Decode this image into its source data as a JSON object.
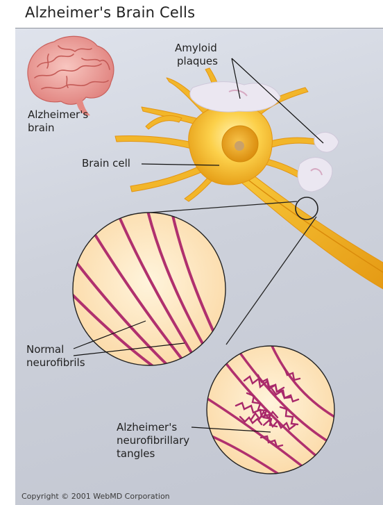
{
  "title": "Alzheimer's Brain Cells",
  "labels": {
    "amyloid_plaques": [
      "Amyloid",
      "plaques"
    ],
    "alzheimers_brain": [
      "Alzheimer's",
      "brain"
    ],
    "brain_cell": "Brain cell",
    "normal_neurofibrils": [
      "Normal",
      "neurofibrils"
    ],
    "tangles": [
      "Alzheimer's",
      "neurofibrillary",
      "tangles"
    ]
  },
  "copyright": "Copyright © 2001 WebMD Corporation",
  "colors": {
    "background": "#c9cdd7",
    "neuron": "#f3b31c",
    "nucleus": "#e8a010",
    "plaque": "#ece8f0",
    "fibril": "#b0306e",
    "zoom_fill": "#fde7c2",
    "brain": "#f0a0a0"
  }
}
